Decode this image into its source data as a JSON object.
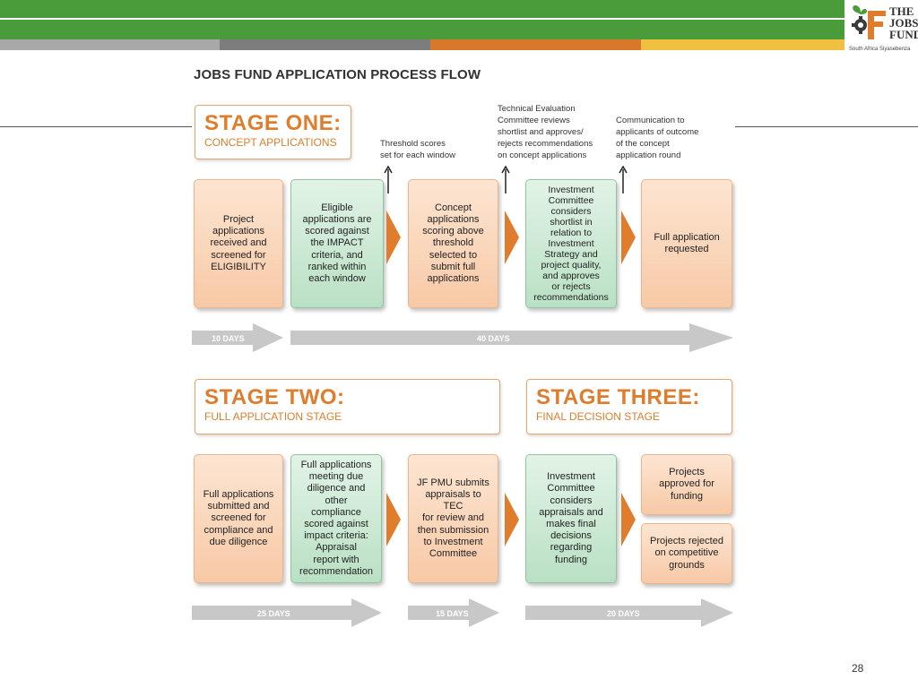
{
  "colors": {
    "green_bar": "#4a9b3a",
    "orange": "#e07d2c",
    "peach": "#f7c9a6",
    "mint": "#b9e0c4",
    "gray_arrow": "#c8c8c8"
  },
  "logo": {
    "line1": "THE",
    "line2": "JOBS",
    "line3": "FUND",
    "tagline": "South Africa Siyasebenza"
  },
  "title": "JOBS FUND APPLICATION PROCESS FLOW",
  "stage_one": {
    "title": "STAGE ONE:",
    "subtitle": "CONCEPT APPLICATIONS",
    "notes": [
      "Threshold scores\nset for each window",
      "Technical Evaluation\nCommittee reviews\nshortlist and approves/\nrejects recommendations\non concept applications",
      "Communication to\napplicants of outcome\nof the concept\napplication round"
    ],
    "boxes": [
      "Project\napplications\nreceived and\nscreened for\nELIGIBILITY",
      "Eligible\napplications are\nscored against\nthe IMPACT\ncriteria, and\nranked within\neach window",
      "Concept\napplications\nscoring above\nthreshold\nselected to\nsubmit full\napplications",
      "Investment\nCommittee\nconsiders\nshortlist in\nrelation to\nInvestment\nStrategy and\nproject quality,\nand approves\nor rejects\nrecommendations",
      "Full application\nrequested"
    ],
    "durations": [
      "10 DAYS",
      "40 DAYS"
    ]
  },
  "stage_two": {
    "title": "STAGE TWO:",
    "subtitle": "FULL APPLICATION STAGE",
    "boxes": [
      "Full applications\nsubmitted and\nscreened for\ncompliance and\ndue diligence",
      "Full applications\nmeeting due\ndiligence and\nother\ncompliance\nscored against\nimpact criteria:\nAppraisal\nreport with\nrecommendation",
      "JF PMU submits\nappraisals to TEC\nfor review  and\nthen submission\nto Investment\nCommittee"
    ],
    "durations": [
      "25 DAYS",
      "15 DAYS"
    ]
  },
  "stage_three": {
    "title": "STAGE THREE:",
    "subtitle": "FINAL DECISION STAGE",
    "boxes": [
      "Investment\nCommittee\nconsiders\nappraisals and\nmakes final\ndecisions regarding\nfunding",
      "Projects\napproved for\nfunding",
      "Projects rejected\non competitive\ngrounds"
    ],
    "durations": [
      "20 DAYS"
    ]
  },
  "page_number": "28"
}
